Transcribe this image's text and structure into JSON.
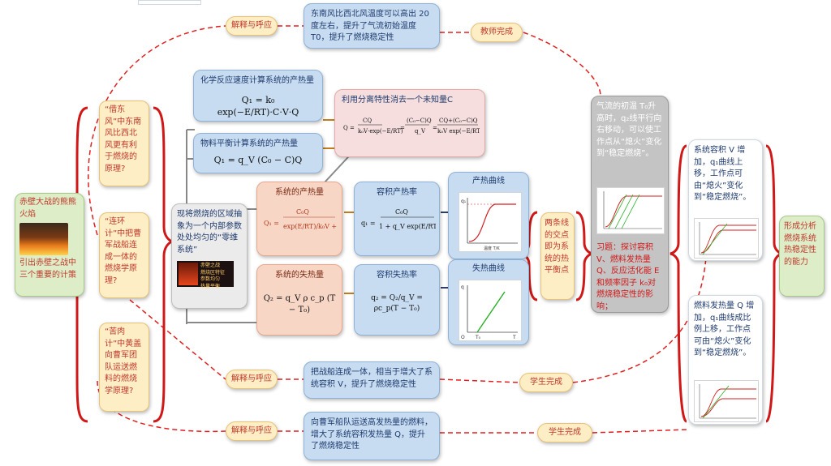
{
  "top_banner": "",
  "left_center": {
    "title": "赤壁大战的熊熊火焰",
    "desc": "引出赤壁之战中三个重要的计策"
  },
  "strategies": [
    {
      "text": "“借东风”中东南风比西北风更有利于燃烧的原理?"
    },
    {
      "text": "“连环计”中把曹军战船连成一体的燃烧学原理?"
    },
    {
      "text": "“苦肉计”中黄盖向曹军团队运送燃料的燃烧学原理?"
    }
  ],
  "zero_system": {
    "text": "现将燃烧的区域抽象为一个内部参数处处均匀的“零维系统”"
  },
  "zero_system_thumb": {
    "title": "赤壁之战",
    "lines": [
      "燃烧区特征",
      "参数均匀",
      "热量平衡"
    ]
  },
  "chem_rate": {
    "title": "化学反应速度计算系统的产热量",
    "formula": "Q₁ = k₀ exp(−E/RT)·C·V·Q"
  },
  "material_balance": {
    "title": "物料平衡计算系统的产热量",
    "formula": "Q₁ = q_V (C₀ − C)Q"
  },
  "separation": {
    "title": "利用分离特性消去一个未知量C"
  },
  "heat_gen": {
    "title": "系统的产热量"
  },
  "heat_gen_rate": {
    "title": "容积产热率"
  },
  "heat_gen_curve": {
    "title": "产热曲线",
    "ylabel": "q₁",
    "xlabel": "温度 T/K"
  },
  "heat_loss": {
    "title": "系统的失热量",
    "formula": "Q₂ = q_V ρ c_p (T − T₀)"
  },
  "heat_loss_rate": {
    "title": "容积失热率",
    "formula": "q₂ = Q₂/q_V = ρc_p(T − T₀)"
  },
  "heat_loss_curve": {
    "title": "失热曲线",
    "x_origin": "O",
    "t0": "T₀",
    "x_axis": "T",
    "y_axis": "q"
  },
  "intersection": {
    "text": "两条线的交点即为系统的热平衡点"
  },
  "flow_temp": {
    "text": "气流的初温 T₀升高时，q₂线平行向右移动，可以使工作点从“熄火”变化到“稳定燃烧”。",
    "exercise": "习题：探讨容积 V、燃料发热量 Q、反应活化能 E和频率因子 k₀对燃烧稳定性的影响；"
  },
  "volume_increase": {
    "text": "系统容积 V 增加，q₁曲线上移，工作点可由“熄火”变化到“稳定燃烧”。"
  },
  "fuel_heat": {
    "text": "燃料发热量 Q 增加，q₁曲线成比例上移，工作点可由“熄火”变化到“稳定燃烧”。"
  },
  "ability": {
    "text": "形成分析燃烧系统热稳定性的能力"
  },
  "top_explain": {
    "text": "东南风比西北风温度可以高出 20 度左右，提升了气流初始温度 T0，提升了燃烧稳定性"
  },
  "mid_explain": {
    "text": "把战船连成一体，相当于增大了系统容积 V，提升了燃烧稳定性"
  },
  "bottom_explain": {
    "text": "向曹军船队运送高发热量的燃料，增大了系统容积发热量 Q，提升了燃烧稳定性"
  },
  "labels": {
    "explain": "解释与呼应",
    "teacher_done": "教师完成",
    "student_done": "学生完成"
  },
  "colors": {
    "red_dash": "#e02020",
    "bracket_red": "#d01818",
    "grey_line": "#888888",
    "orange_line": "#c57a1b",
    "navy_line": "#2c3e6b"
  }
}
